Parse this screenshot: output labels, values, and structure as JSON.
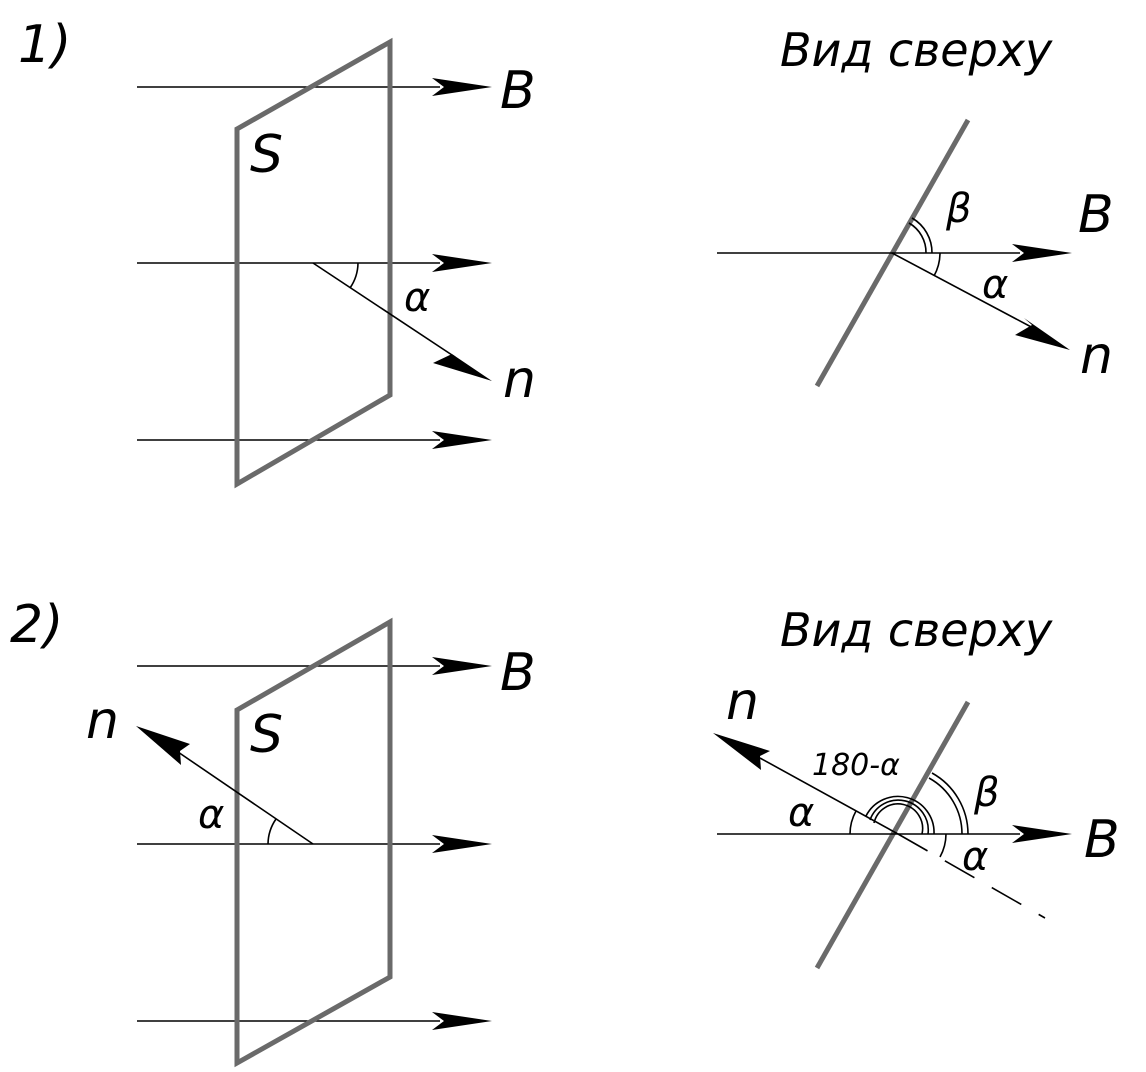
{
  "panel1": {
    "number": "1)",
    "surface": "S",
    "field": "B",
    "normal": "n",
    "angle": "α"
  },
  "top1": {
    "title": "Вид сверху",
    "field": "B",
    "normal": "n",
    "angle_alpha": "α",
    "angle_beta": "β"
  },
  "panel2": {
    "number": "2)",
    "surface": "S",
    "field": "B",
    "normal": "n",
    "angle": "α"
  },
  "top2": {
    "title": "Вид сверху",
    "field": "B",
    "normal": "n",
    "angle_alpha_left": "α",
    "angle_alpha_right": "α",
    "angle_beta": "β",
    "angle_supplement": "180-α"
  },
  "colors": {
    "plate": "#6a6a6a",
    "lines": "#000000",
    "background": "#ffffff"
  }
}
